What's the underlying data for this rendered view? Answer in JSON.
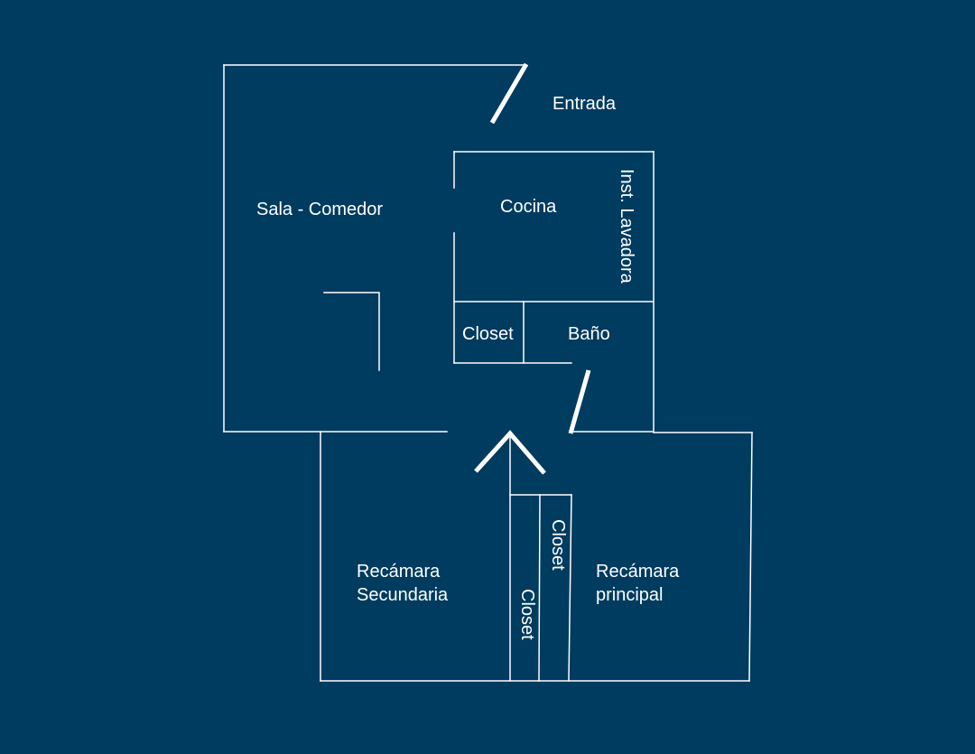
{
  "colors": {
    "background": "#003b60",
    "lines": "#ffffff"
  },
  "rooms": {
    "entrada": "Entrada",
    "sala_comedor": "Sala - Comedor",
    "cocina": "Cocina",
    "lavadora": "Inst. Lavadora",
    "closet_bano": "Closet",
    "bano": "Baño",
    "recamara_secundaria": [
      "Recámara",
      "Secundaria"
    ],
    "recamara_principal": [
      "Recámara",
      "principal"
    ],
    "closet_secundaria": "Closet",
    "closet_principal": "Closet"
  }
}
